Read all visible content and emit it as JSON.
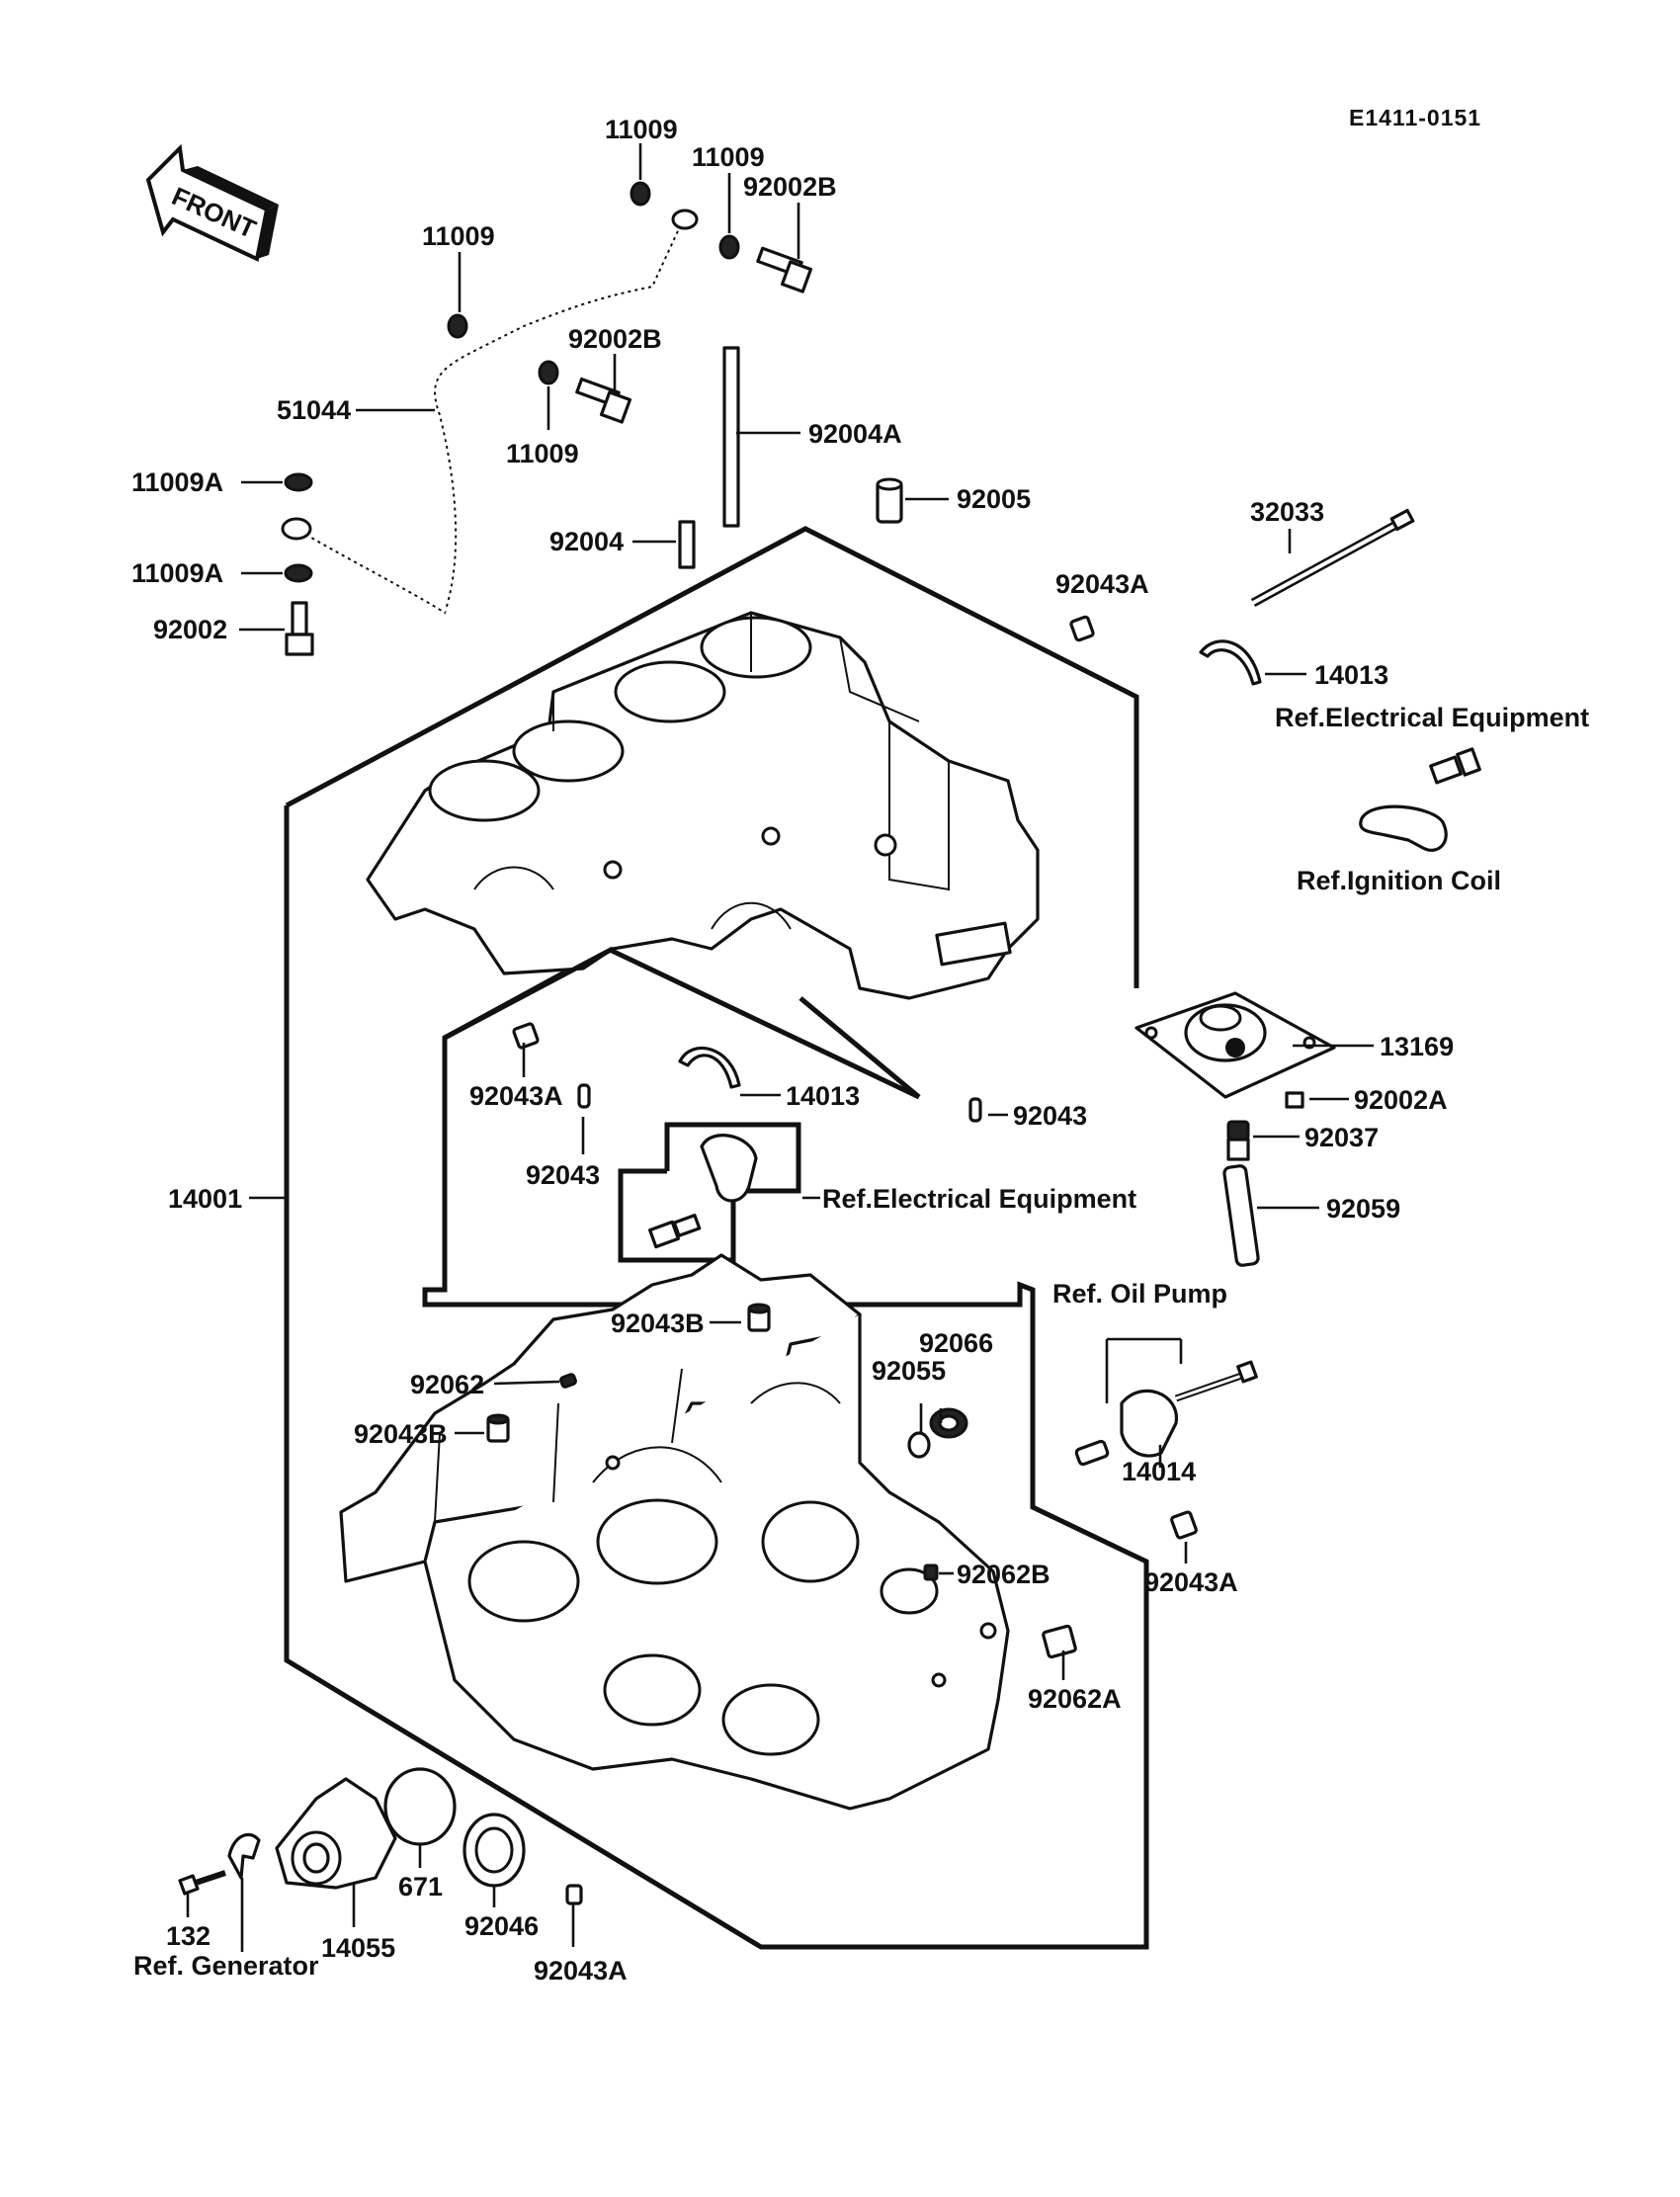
{
  "diagram_code": "E1411-0151",
  "front_arrow_text": "FRONT",
  "labels": {
    "p11009_top": "11009",
    "p11009_mid": "11009",
    "p11009_left": "11009",
    "p11009_low": "11009",
    "p92002B_top": "92002B",
    "p92002B_mid": "92002B",
    "p51044": "51044",
    "p92004A": "92004A",
    "p11009A_top": "11009A",
    "p11009A_low": "11009A",
    "p92005": "92005",
    "p92002": "92002",
    "p92004": "92004",
    "p32033": "32033",
    "p92043A_upper": "92043A",
    "p14013_upper": "14013",
    "ref_elec_upper": "Ref.Electrical Equipment",
    "ref_ignition": "Ref.Ignition Coil",
    "p13169": "13169",
    "p92043A_mid": "92043A",
    "p14013_mid": "14013",
    "p92043_right": "92043",
    "p92002A": "92002A",
    "p92037": "92037",
    "p92043_left": "92043",
    "ref_elec_lower": "Ref.Electrical Equipment",
    "p92059": "92059",
    "p14001": "14001",
    "ref_oil_pump": "Ref. Oil Pump",
    "p92043B_top": "92043B",
    "p92066": "92066",
    "p92055": "92055",
    "p92062": "92062",
    "p92043B_left": "92043B",
    "p14014": "14014",
    "p92062B": "92062B",
    "p92043A_lowright": "92043A",
    "p92062A": "92062A",
    "p671": "671",
    "p132": "132",
    "p92046": "92046",
    "p14055": "14055",
    "ref_generator": "Ref. Generator",
    "p92043A_bottom": "92043A"
  }
}
